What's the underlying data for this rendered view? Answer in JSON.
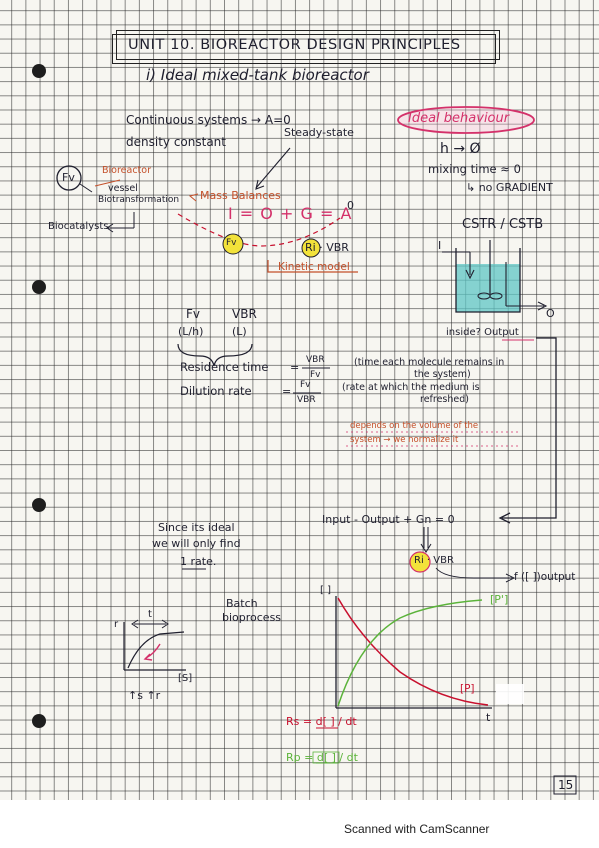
{
  "page": {
    "title": "UNIT 10. BIOREACTOR DESIGN PRINCIPLES",
    "subtitle": "i) Ideal mixed-tank bioreactor",
    "page_number": "15"
  },
  "notes": {
    "continuous": "Continuous systems → A=0",
    "steady_state": "Steady-state",
    "density": "density constant",
    "ideal_behaviour": "Ideal behaviour",
    "h_zero": "h → Ø",
    "mixing_time": "mixing time ≈ 0",
    "no_gradient": "↳ no GRADIENT",
    "fv": "Fv",
    "bioreactor": "Bioreactor",
    "vessel": "vessel",
    "biotransformation": "Biotransformation",
    "mass_balances": "Mass Balances",
    "biocatalysts": "Biocatalysts",
    "balance_equation": "I = O + G = A",
    "balance_zero": "0",
    "fv_circle": "Fv",
    "ri_vbr": "Ri · VBR",
    "kinetic_model": "Kinetic model",
    "cstr": "CSTR / CSTB",
    "tank_input": "I",
    "tank_output": "O",
    "inside_output": "inside? Output",
    "fv_label": "Fv",
    "vbr_label": "VBR",
    "fv_units": "(L/h)",
    "vbr_units": "(L)",
    "residence_time": "Residence time",
    "residence_num": "VBR",
    "residence_den": "Fv",
    "residence_note_1": "(time each molecule remains in",
    "residence_note_2": "the system)",
    "dilution_rate": "Dilution rate",
    "dilution_num": "Fv",
    "dilution_den": "VBR",
    "dilution_note_1": "(rate at which the medium is",
    "dilution_note_2": "refreshed)",
    "depends_1": "depends on the volume of the",
    "depends_2": "system → we normalize it",
    "since_1": "Since its ideal",
    "since_2": "we will only find",
    "since_3": "1 rate.",
    "input_output": "Input - Output + Gn = 0",
    "ri_vbr_2": "Ri · VBR",
    "f_output": "f ([ ])output",
    "batch_1": "Batch",
    "batch_2": "bioprocess",
    "conc_axis": "[ ]",
    "p_curve": "[P']",
    "p_label": "[P]",
    "t_axis": "t",
    "rs_eq": "Rs = d[ ] / dt",
    "rp_eq": "Rp = d[ ] / dt",
    "mini_r": "r",
    "mini_t": "t",
    "mini_s": "[S]",
    "mini_arrows": "↑s ↑r"
  },
  "colors": {
    "ink_dark": "#1f1f2e",
    "ink_orange": "#c4502a",
    "ink_pink": "#d4316a",
    "ink_green": "#5bb33a",
    "ink_red": "#c8102e",
    "highlight_yellow": "#f2e23a",
    "highlight_green": "#a8d86a",
    "tank_water": "#5fc6c4",
    "pink_highlight": "#f6c4d8"
  },
  "footer": {
    "scanner": "Scanned with CamScanner"
  }
}
